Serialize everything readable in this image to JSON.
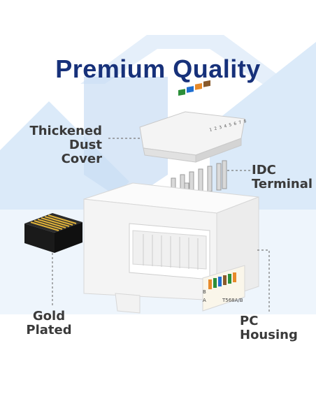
{
  "title": "Premium Quality",
  "labels": {
    "dust_cover": "Thickened Dust Cover",
    "idc_terminal": "IDC Terminal",
    "gold_plated": "Gold Plated",
    "pc_housing": "PC Housing"
  },
  "part_markings": {
    "jack_standard": "T568A/B",
    "color_code_a": "A",
    "color_code_b": "B",
    "cover_numbers": "1 2 3 4 5 6 7 8"
  },
  "colors": {
    "title": "#17317a",
    "label_text": "#3a3a3a",
    "background_shape": "#dbeaf9",
    "background_shape_dark": "#c9ddf3",
    "leader_line": "#777777",
    "gold": "#e0b23a",
    "jack_body": "#f7f7f7"
  }
}
